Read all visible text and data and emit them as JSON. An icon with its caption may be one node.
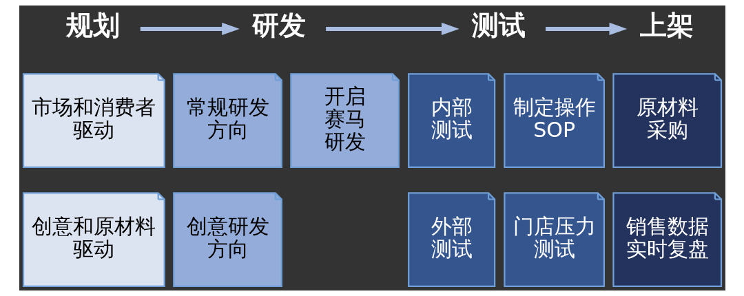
{
  "diagram": {
    "nodes": [
      {
        "text": [
          "规划"
        ]
      },
      {
        "text": [
          "研发"
        ]
      },
      {
        "text": [
          "测试"
        ]
      },
      {
        "text": [
          "上架"
        ]
      },
      {
        "text": [
          "市场和消费者驱动"
        ]
      },
      {
        "text": [
          "创意和原材料驱动"
        ]
      },
      {
        "text": [
          "常规研发方向"
        ]
      },
      {
        "text": [
          "创意研发方向"
        ]
      },
      {
        "text": [
          "开启赛马研发"
        ]
      },
      {
        "text": [
          "内部测试"
        ]
      },
      {
        "text": [
          "制定操作SOP"
        ]
      },
      {
        "text": [
          "外部测试"
        ]
      },
      {
        "text": [
          "门店压力测试"
        ]
      },
      {
        "text": [
          "原材料采购"
        ]
      },
      {
        "text": [
          "销售数据实时复盘"
        ]
      }
    ],
    "edges": [
      {
        "from": 0,
        "to": 1,
        "arrow": "to"
      },
      {
        "from": 1,
        "to": 2,
        "arrow": "to"
      },
      {
        "from": 2,
        "to": 3,
        "arrow": "to"
      }
    ]
  }
}
